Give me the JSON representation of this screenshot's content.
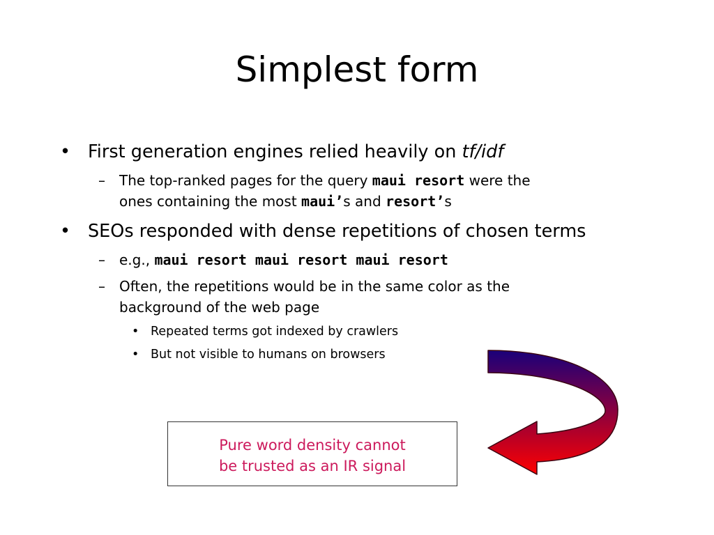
{
  "slide": {
    "title": "Simplest form",
    "bullets": {
      "b1": {
        "text": "First generation engines relied heavily on ",
        "emph": "tf/idf",
        "subs": {
          "s1": {
            "p1": "The top-ranked pages for the query ",
            "code1": "maui resort",
            "p2": " were the",
            "p3": "ones containing the most ",
            "code2": "maui’",
            "p4": "s and ",
            "code3": "resort’",
            "p5": "s"
          }
        }
      },
      "b2": {
        "text": "SEOs responded with dense repetitions of chosen terms",
        "subs": {
          "s1": {
            "prefix": "e.g., ",
            "code": "maui resort maui resort maui resort"
          },
          "s2": {
            "line1": "Often, the repetitions would be in the same color as the",
            "line2": "background of the web page",
            "subs": {
              "t1": "Repeated terms got indexed by crawlers",
              "t2": "But not visible to humans on browsers"
            }
          }
        }
      }
    },
    "marks": {
      "bullet": "•",
      "dash": "–"
    },
    "callout": {
      "line1": "Pure word density cannot",
      "line2": "be trusted as an IR signal"
    },
    "colors": {
      "callout_text": "#cc1a5c",
      "arrow_top": "#1a007a",
      "arrow_bottom": "#ff0000"
    }
  }
}
